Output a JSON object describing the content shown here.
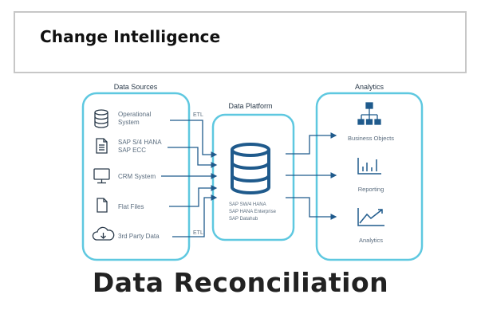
{
  "header": {
    "title": "Change Intelligence"
  },
  "footer": {
    "title": "Data Reconciliation"
  },
  "diagram": {
    "sources_title": "Data Sources",
    "platform_title": "Data Platform",
    "analytics_title": "Analytics",
    "sources": [
      {
        "line1": "Operational",
        "line2": "System",
        "icon": "database-icon"
      },
      {
        "line1": "SAP S/4 HANA",
        "line2": "SAP ECC",
        "icon": "document-icon"
      },
      {
        "line1": "CRM System",
        "line2": "",
        "icon": "monitor-icon"
      },
      {
        "line1": "Flat Files",
        "line2": "",
        "icon": "file-icon"
      },
      {
        "line1": "3rd Party Data",
        "line2": "",
        "icon": "cloud-download-icon"
      }
    ],
    "etl_top": "ETL",
    "etl_bottom": "ETL",
    "platform_items": [
      "SAP SW/4 HANA",
      "SAP HANA Enterprise",
      "SAP Datahub"
    ],
    "analytics": [
      {
        "label": "Business Objects",
        "icon": "hierarchy-icon"
      },
      {
        "label": "Reporting",
        "icon": "bar-chart-icon"
      },
      {
        "label": "Analytics",
        "icon": "line-chart-icon"
      }
    ],
    "colors": {
      "box_border": "#5ec8e0",
      "line": "#1f5a8c",
      "text": "#2a3a4a",
      "muted": "#5a6c7e"
    }
  }
}
